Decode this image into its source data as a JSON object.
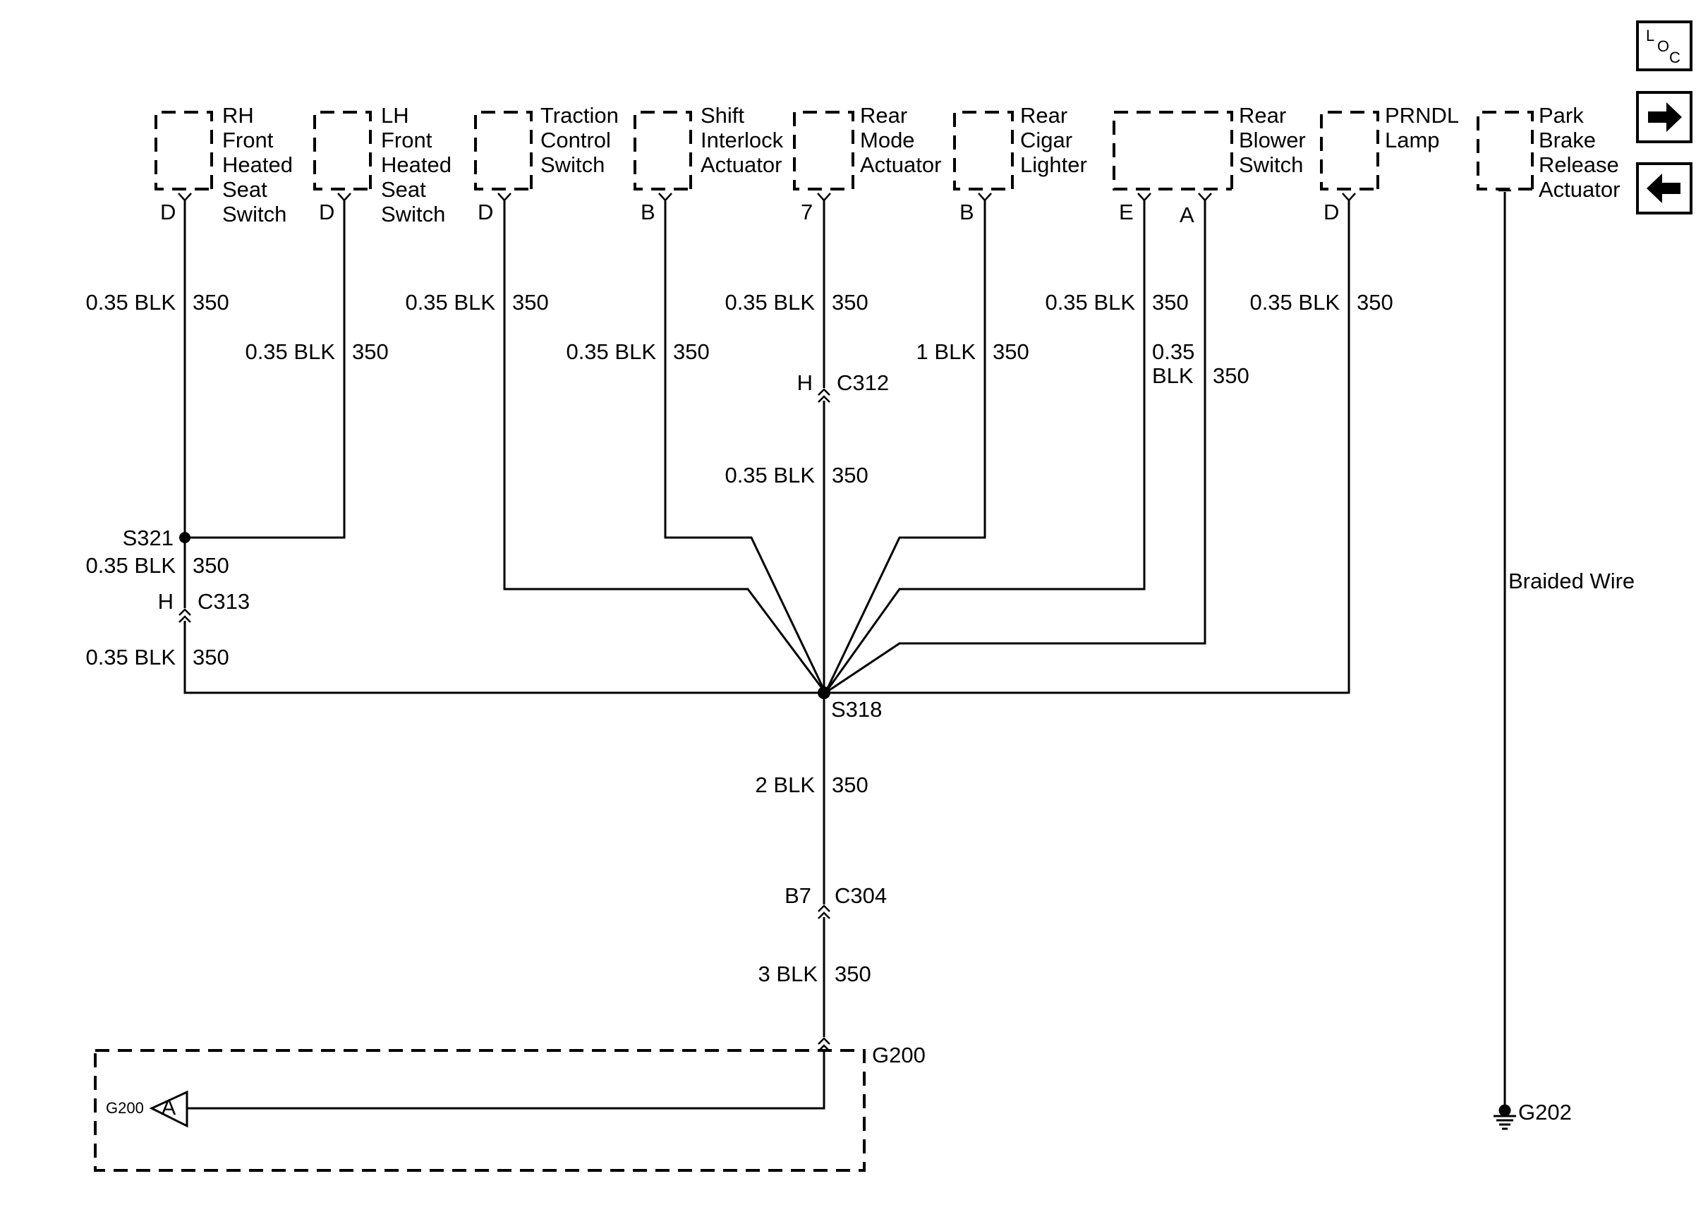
{
  "components": [
    {
      "id": "rh-seat",
      "lines": [
        "RH",
        "Front",
        "Heated",
        "Seat",
        "Switch"
      ],
      "pin": "D"
    },
    {
      "id": "lh-seat",
      "lines": [
        "LH",
        "Front",
        "Heated",
        "Seat",
        "Switch"
      ],
      "pin": "D"
    },
    {
      "id": "traction",
      "lines": [
        "Traction",
        "Control",
        "Switch"
      ],
      "pin": "D"
    },
    {
      "id": "shift",
      "lines": [
        "Shift",
        "Interlock",
        "Actuator"
      ],
      "pin": "B"
    },
    {
      "id": "rear-mode",
      "lines": [
        "Rear",
        "Mode",
        "Actuator"
      ],
      "pin": "7"
    },
    {
      "id": "cigar",
      "lines": [
        "Rear",
        "Cigar",
        "Lighter"
      ],
      "pin": "B"
    },
    {
      "id": "blower",
      "lines": [
        "Rear",
        "Blower",
        "Switch"
      ],
      "pin_e": "E",
      "pin_a": "A"
    },
    {
      "id": "prndl",
      "lines": [
        "PRNDL",
        "Lamp"
      ],
      "pin": "D"
    },
    {
      "id": "park-brake",
      "lines": [
        "Park",
        "Brake",
        "Release",
        "Actuator"
      ]
    }
  ],
  "wires": {
    "rh_upper": {
      "color": "0.35 BLK",
      "circuit": "350"
    },
    "lh": {
      "color": "0.35 BLK",
      "circuit": "350"
    },
    "traction": {
      "color": "0.35 BLK",
      "circuit": "350"
    },
    "shift": {
      "color": "0.35 BLK",
      "circuit": "350"
    },
    "rear_mode_upper": {
      "color": "0.35 BLK",
      "circuit": "350"
    },
    "rear_mode_lower": {
      "color": "0.35 BLK",
      "circuit": "350"
    },
    "cigar": {
      "color": "1 BLK",
      "circuit": "350"
    },
    "blower_e": {
      "color": "0.35 BLK",
      "circuit": "350"
    },
    "blower_a": {
      "color_l1": "0.35",
      "color_l2": "BLK",
      "circuit": "350"
    },
    "prndl": {
      "color": "0.35 BLK",
      "circuit": "350"
    },
    "s321_c313": {
      "color": "0.35 BLK",
      "circuit": "350"
    },
    "c313_s318": {
      "color": "0.35 BLK",
      "circuit": "350"
    },
    "s318_c304": {
      "color": "2 BLK",
      "circuit": "350"
    },
    "c304_g200": {
      "color": "3 BLK",
      "circuit": "350"
    },
    "braided": "Braided Wire"
  },
  "connectors": {
    "c312": {
      "pin": "H",
      "name": "C312"
    },
    "c313": {
      "pin": "H",
      "name": "C313"
    },
    "c304": {
      "pin": "B7",
      "name": "C304"
    }
  },
  "splices": {
    "s321": "S321",
    "s318": "S318"
  },
  "grounds": {
    "g200": "G200",
    "g200_ref": "G200",
    "g200_ref_letter": "A",
    "g202": "G202"
  },
  "nav": {
    "loc_l": "L",
    "loc_o": "O",
    "loc_c": "C",
    "forward_icon": "arrow-right-icon",
    "back_icon": "arrow-left-icon"
  }
}
